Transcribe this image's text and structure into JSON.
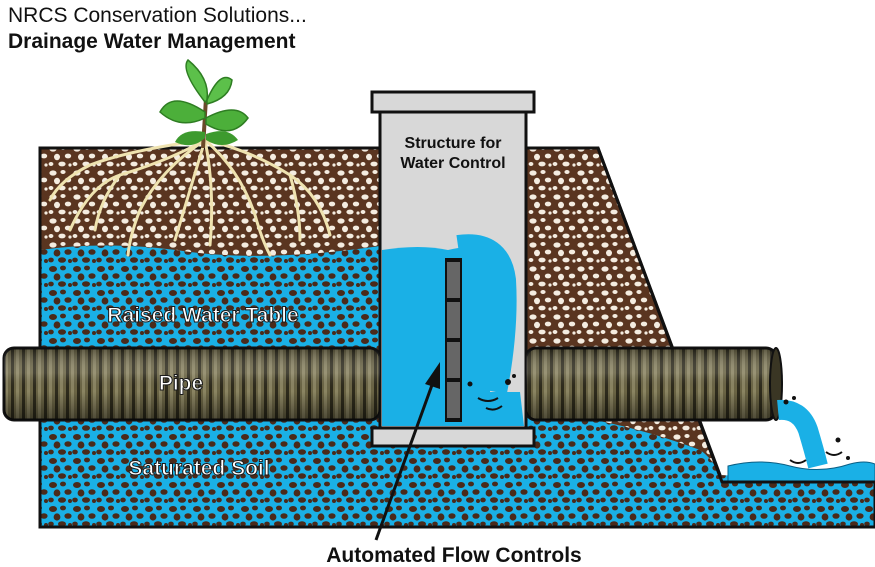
{
  "header": {
    "series_title": "NRCS Conservation Solutions...",
    "title": "Drainage Water Management"
  },
  "labels": {
    "structure_line1": "Structure for",
    "structure_line2": "Water Control",
    "raised_water_table": "Raised Water Table",
    "pipe": "Pipe",
    "saturated_soil": "Saturated Soil",
    "flow_controls": "Automated Flow Controls"
  },
  "colors": {
    "soil_brown": "#5a3520",
    "water_blue": "#1ab0e6",
    "pipe_olive": "#6b6545",
    "structure_gray": "#d8d8d8",
    "leaf_green": "#4caf3a"
  },
  "icons": [
    "plant-icon",
    "arrow-icon"
  ]
}
